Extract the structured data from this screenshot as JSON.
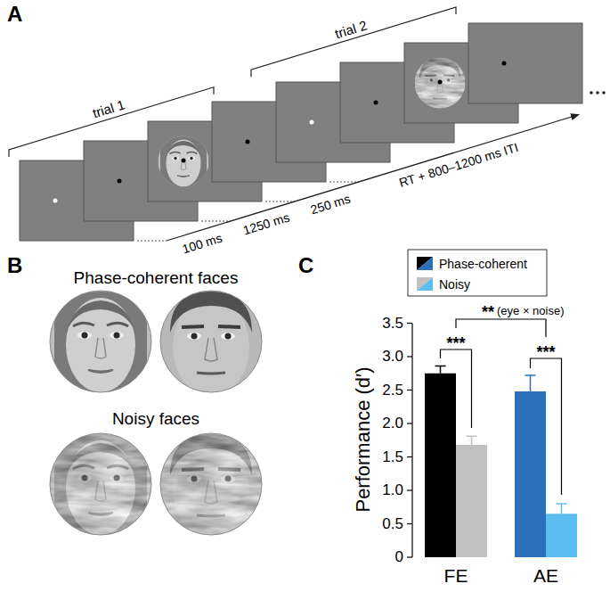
{
  "diagram": {
    "labels": [
      "A",
      "trial 1",
      "trial 2",
      "100 ms",
      "1250 ms",
      "250 ms",
      "RT + 800–1200 ms ITI",
      "B",
      "Phase-coherent faces",
      "Noisy faces",
      "C",
      "**",
      "(eye × noise)",
      "***",
      "***",
      "3.5",
      "3.0",
      "2.5",
      "2.0",
      "1.5",
      "1.0",
      "0.5",
      "0",
      "Performance (d′)",
      "FE",
      "AE"
    ],
    "legend": [
      {
        "text": "Phase-coherent"
      },
      {
        "text": "Noisy"
      }
    ]
  }
}
